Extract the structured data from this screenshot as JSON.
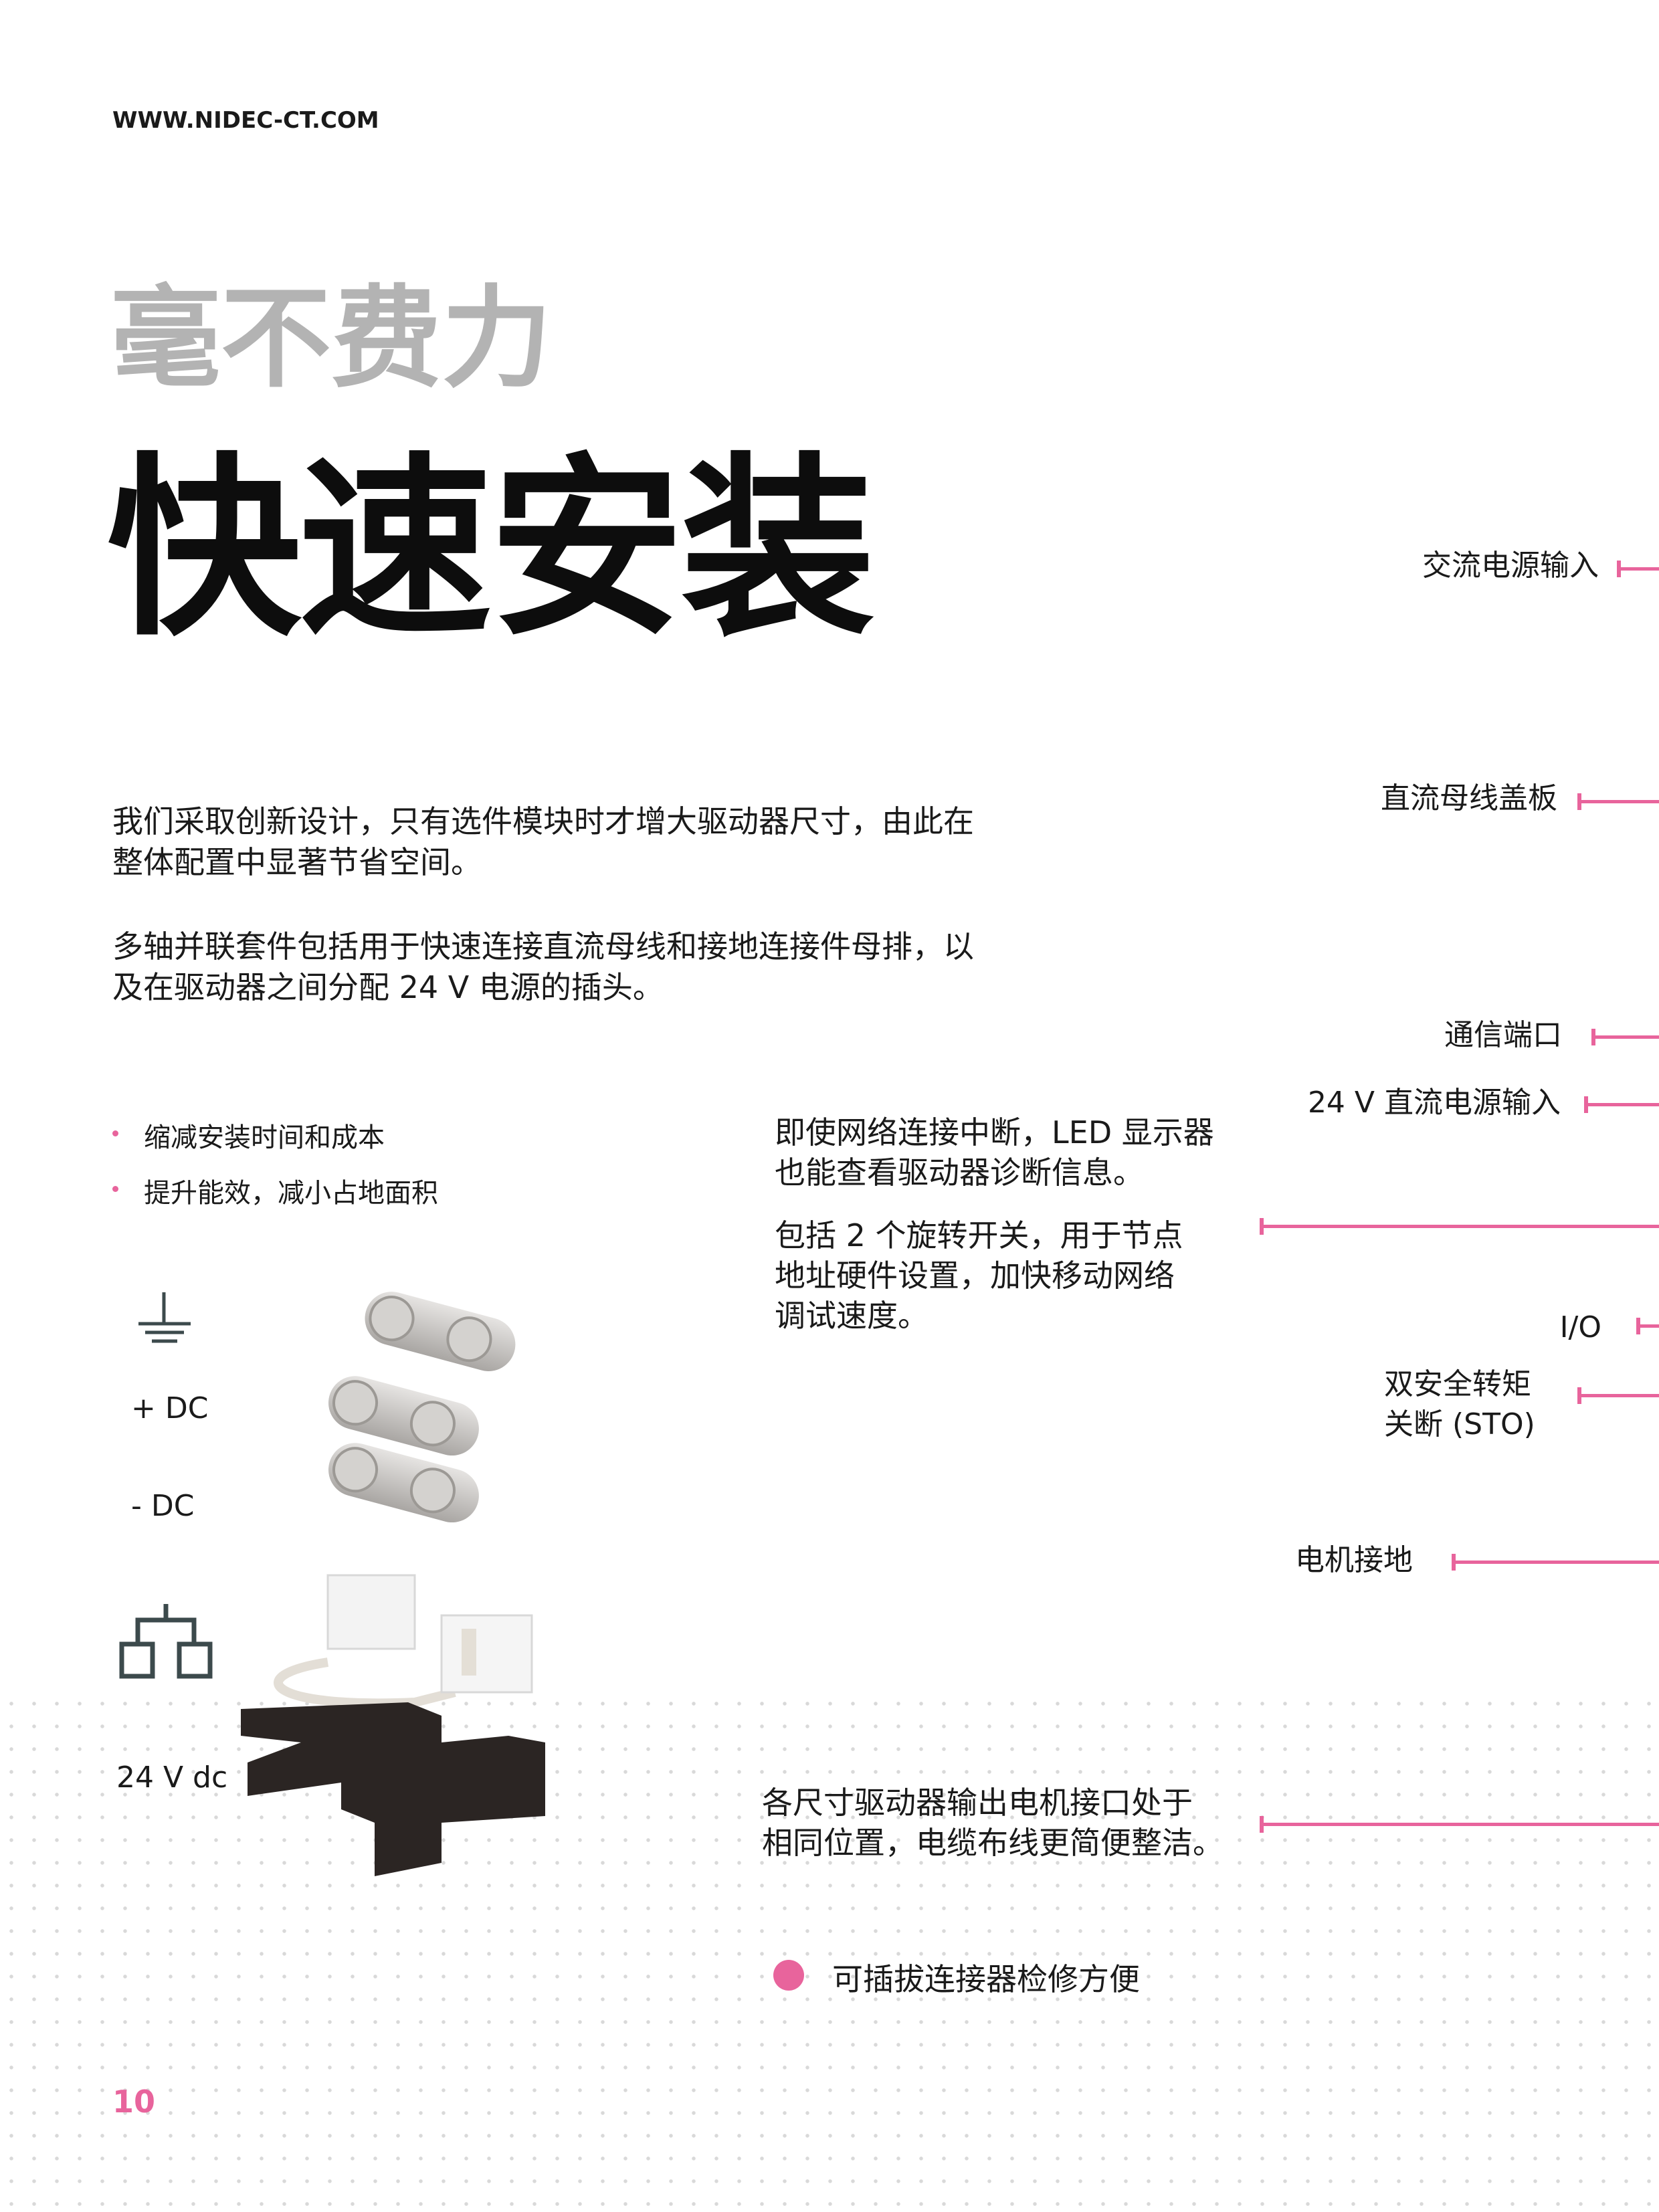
{
  "header": {
    "url": "WWW.NIDEC-CT.COM"
  },
  "subtitle": "毫不费力",
  "title": "快速安装",
  "paragraphs": [
    [
      "我们采取创新设计，只有选件模块时才增大驱动器尺寸，由此在",
      "整体配置中显著节省空间。"
    ],
    [
      "多轴并联套件包括用于快速连接直流母线和接地连接件母排，以",
      "及在驱动器之间分配 24 V 电源的插头。"
    ]
  ],
  "bullets": [
    "缩减安装时间和成本",
    "提升能效，减小占地面积"
  ],
  "kit_labels": {
    "plus_dc": "+ DC",
    "minus_dc": "- DC",
    "v24": "24 V dc"
  },
  "middle_notes": [
    [
      "即使网络连接中断，LED 显示器",
      "也能查看驱动器诊断信息。"
    ],
    [
      "包括 2 个旋转开关，用于节点",
      "地址硬件设置，加快移动网络",
      "调试速度。"
    ],
    [
      "各尺寸驱动器输出电机接口处于",
      "相同位置，电缆布线更简便整洁。"
    ]
  ],
  "callouts": {
    "ac_input": "交流电源输入",
    "dc_bus_cover": "直流母线盖板",
    "comm_port": "通信端口",
    "dc24_input": "24 V 直流电源输入",
    "io": "I/O",
    "sto_line1": "双安全转矩",
    "sto_line2": "关断 (STO)",
    "motor_ground": "电机接地"
  },
  "feature": "可插拔连接器检修方便",
  "page_number": "10",
  "colors": {
    "accent": "#e8649c",
    "subtitle": "#b3b3b3",
    "icon": "#3c4a4c"
  }
}
